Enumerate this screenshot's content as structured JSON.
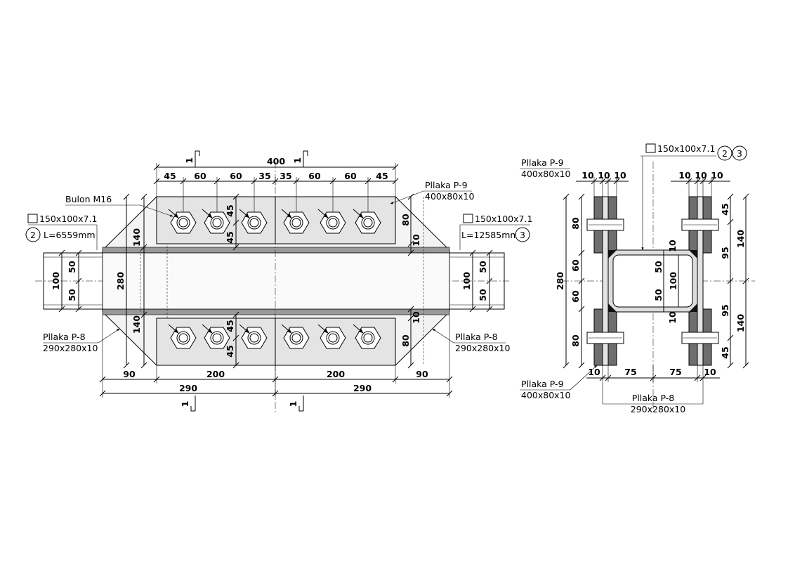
{
  "left_view": {
    "top_dims": [
      "45",
      "60",
      "60",
      "35",
      "35",
      "60",
      "60",
      "45"
    ],
    "total_dim": "400",
    "bottom_dims_upper": [
      "90",
      "200",
      "200",
      "90"
    ],
    "bottom_dims_lower": [
      "290",
      "290"
    ],
    "section_mark": "1",
    "bolt_label": "Bulon M16",
    "label_p9": "Pllaka P-9",
    "size_p9": "400x80x10",
    "label_p8": "Pllaka P-8",
    "size_p8": "290x280x10",
    "profile_left": "150x100x7.1",
    "marker_left": "2",
    "length_left": "L=6559mm",
    "profile_right": "150x100x7.1",
    "marker_right": "3",
    "length_right": "L=12585mm",
    "vert_dims": {
      "d140": "140",
      "d280": "280",
      "d100": "100",
      "d50": "50",
      "d45": "45",
      "d80": "80",
      "d10": "10"
    }
  },
  "right_view": {
    "profile": "150x100x7.1",
    "marker_a": "2",
    "marker_b": "3",
    "label_p9": "Pllaka P-9",
    "size_p9": "400x80x10",
    "label_p8": "Pllaka P-8",
    "size_p8": "290x280x10",
    "d10": "10",
    "d75": "75",
    "d80": "80",
    "d60": "60",
    "d280": "280",
    "d45": "45",
    "d95": "95",
    "d140": "140",
    "d50": "50",
    "d100": "100"
  }
}
